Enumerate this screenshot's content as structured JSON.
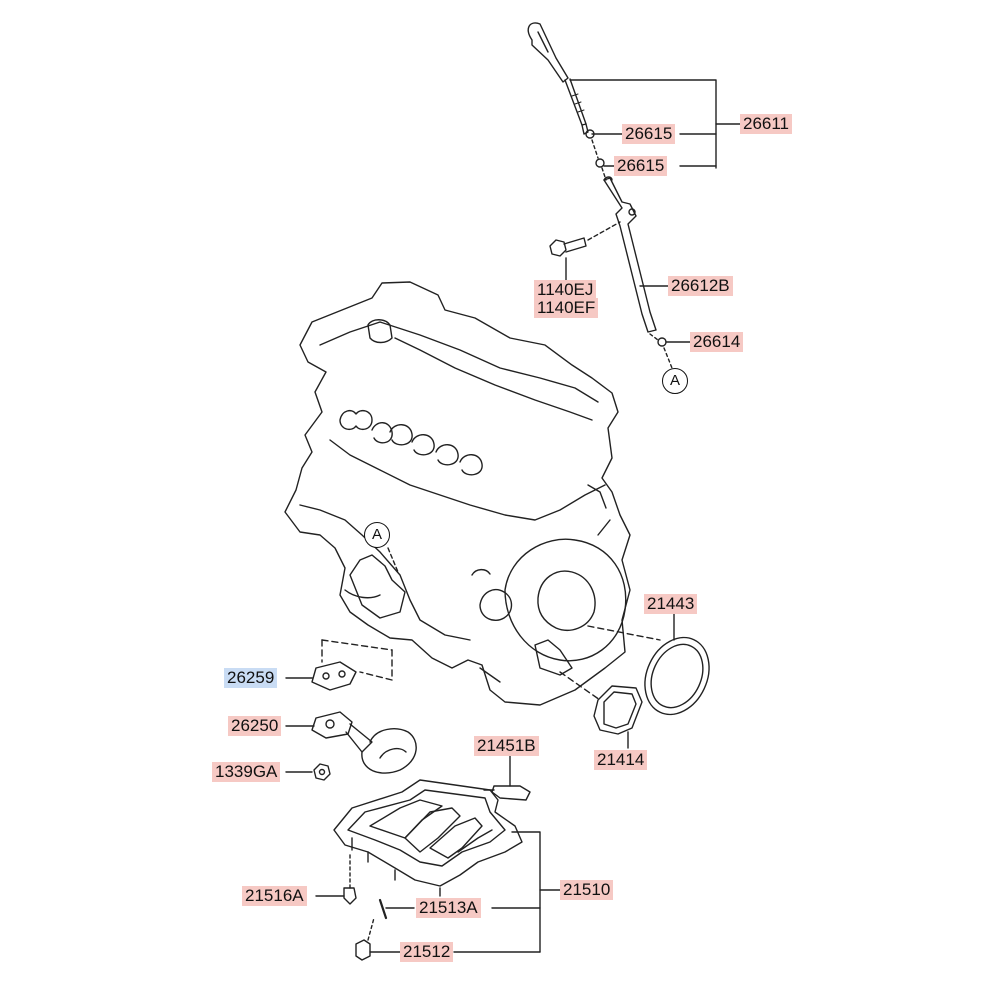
{
  "colors": {
    "label_bg": "#f6c9c4",
    "selected_bg": "#c9dcf4",
    "line": "#222222"
  },
  "labels": {
    "p26611": "26611",
    "p26615a": "26615",
    "p26615b": "26615",
    "p1140ej": "1140EJ",
    "p1140ef": "1140EF",
    "p26612b": "26612B",
    "p26614": "26614",
    "p21443": "21443",
    "p26259": "26259",
    "p26250": "26250",
    "p1339ga": "1339GA",
    "p21451b": "21451B",
    "p21414": "21414",
    "p21516a": "21516A",
    "p21513a": "21513A",
    "p21510": "21510",
    "p21512": "21512"
  },
  "markers": {
    "a_top": "A",
    "a_engine": "A"
  },
  "selected_part": "26259"
}
